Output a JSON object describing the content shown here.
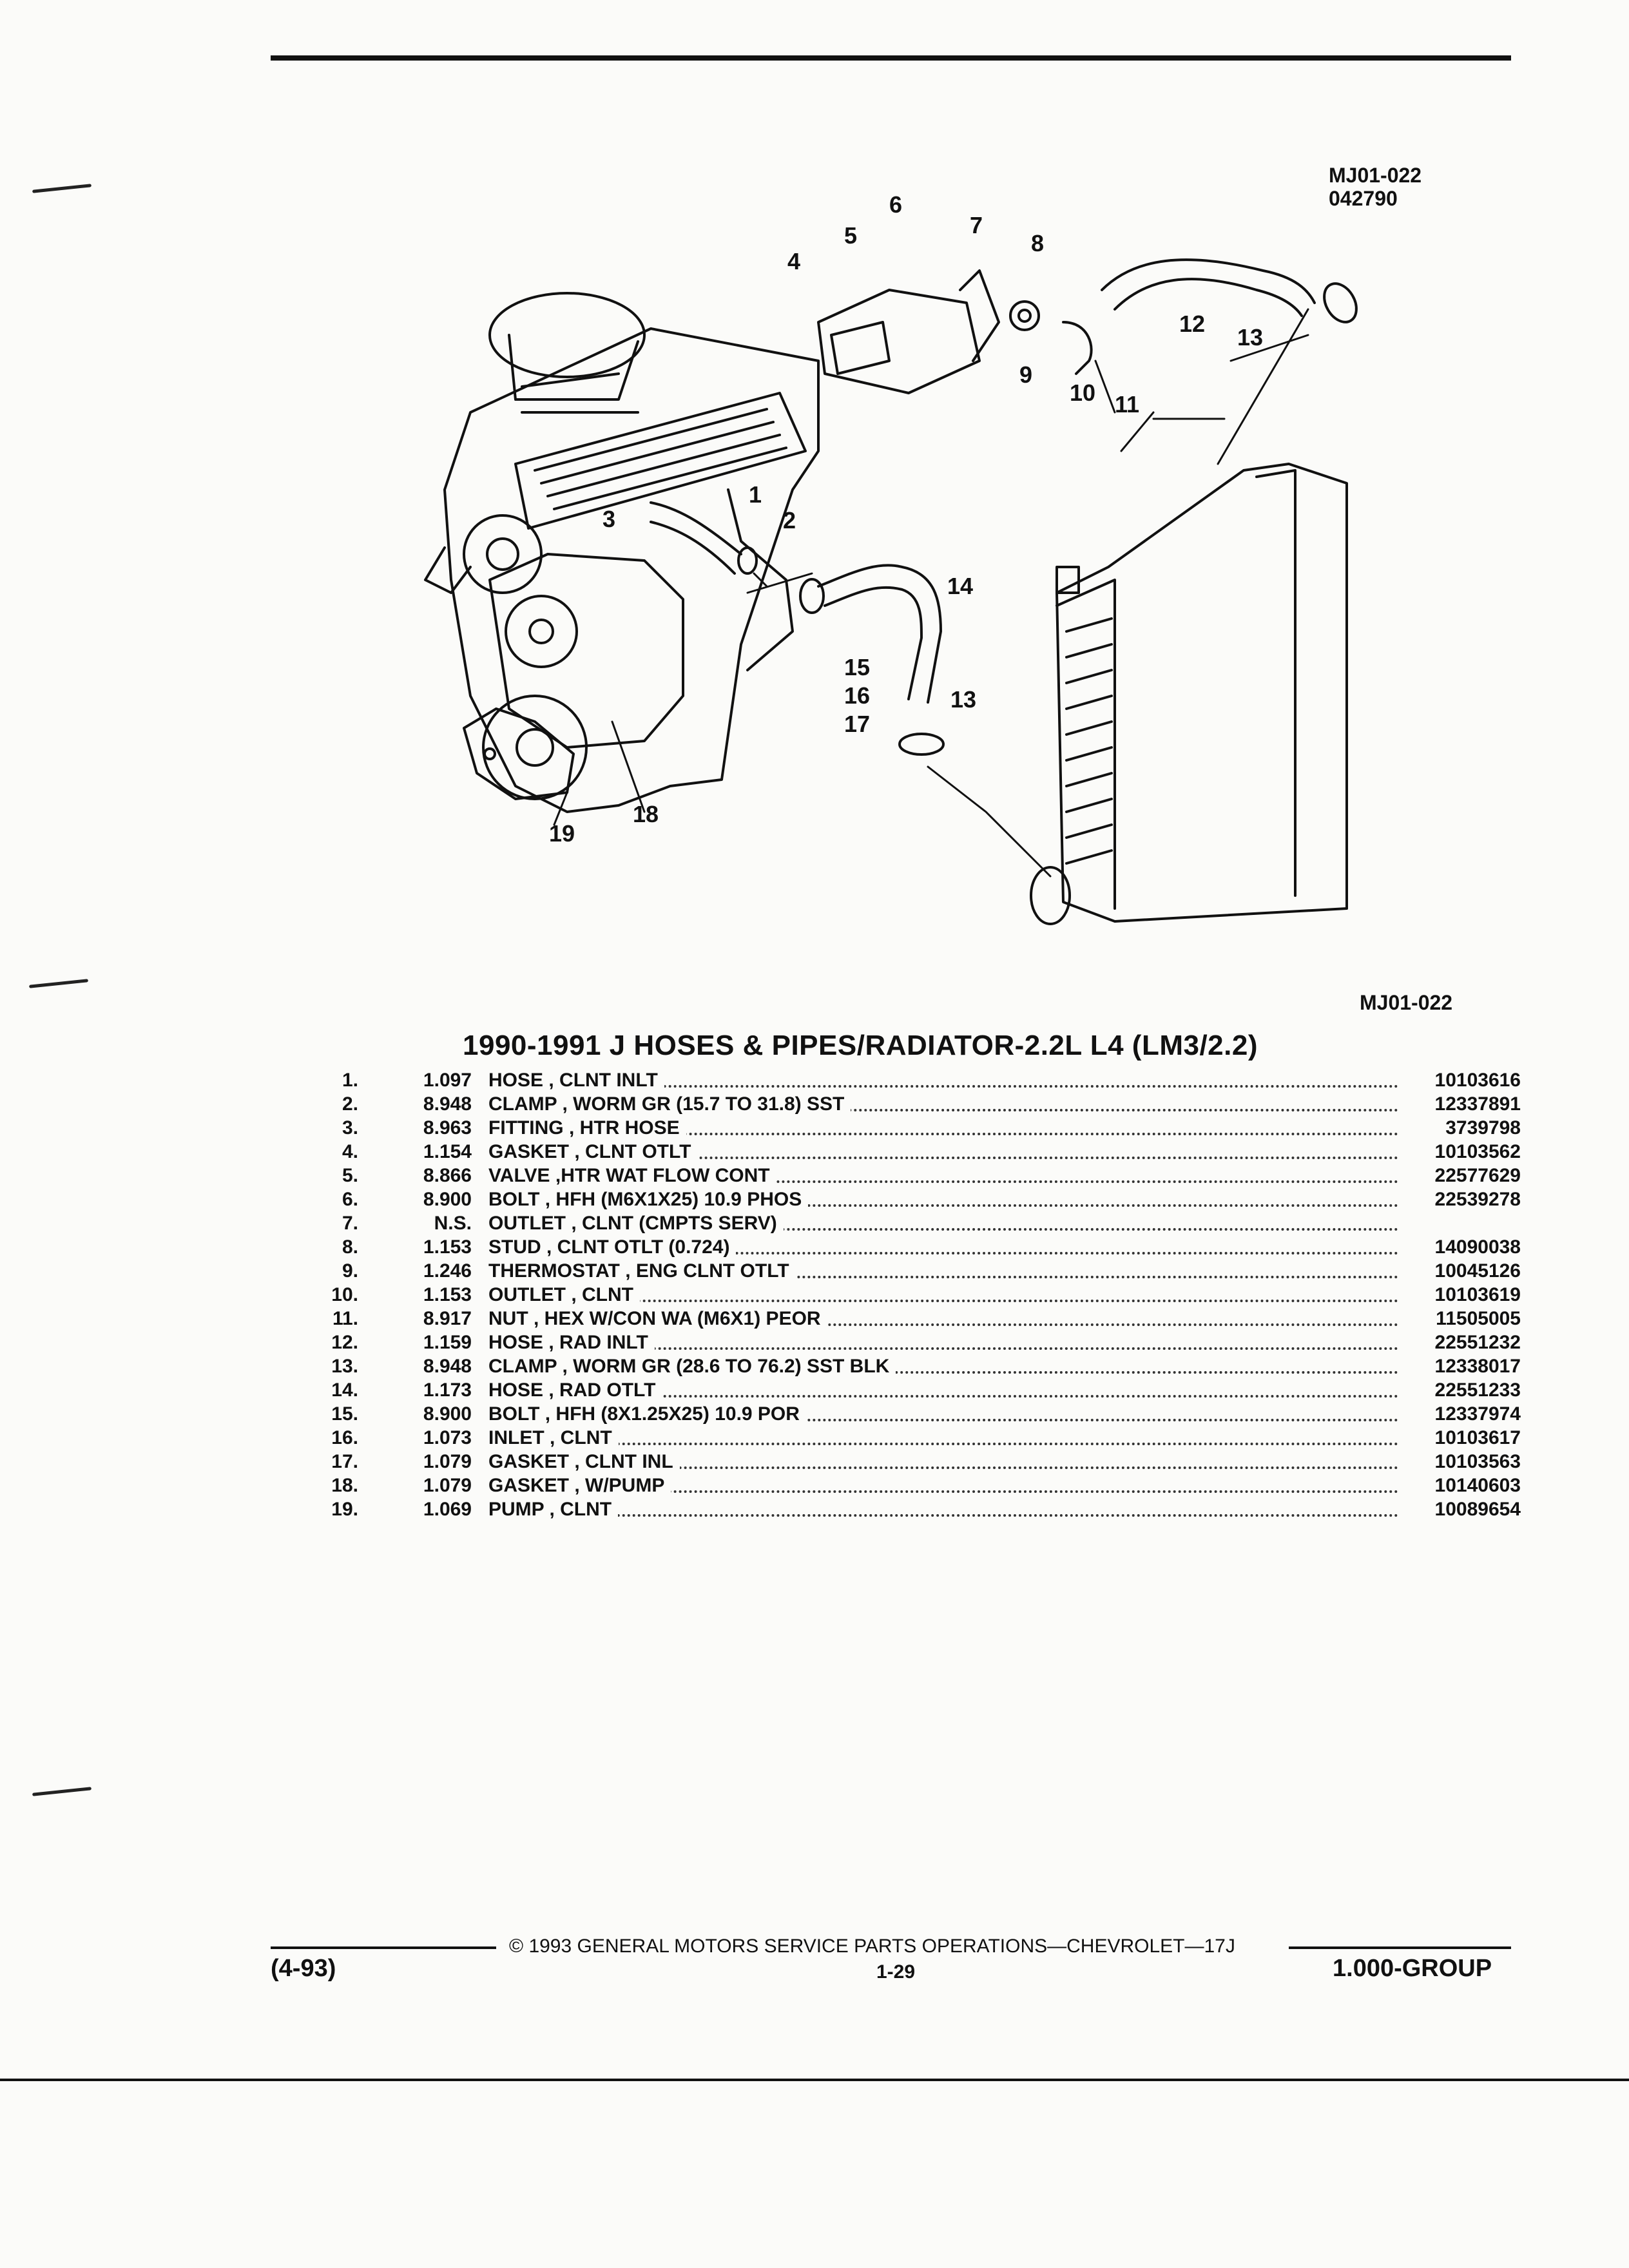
{
  "figure": {
    "id_top": "MJ01-022",
    "date_code": "042790",
    "id_bottom": "MJ01-022",
    "callouts": [
      {
        "label": "1"
      },
      {
        "label": "2"
      },
      {
        "label": "3"
      },
      {
        "label": "4"
      },
      {
        "label": "5"
      },
      {
        "label": "6"
      },
      {
        "label": "7"
      },
      {
        "label": "8"
      },
      {
        "label": "9"
      },
      {
        "label": "10"
      },
      {
        "label": "11"
      },
      {
        "label": "12"
      },
      {
        "label": "13"
      },
      {
        "label": "13"
      },
      {
        "label": "14"
      },
      {
        "label": "15"
      },
      {
        "label": "16"
      },
      {
        "label": "17"
      },
      {
        "label": "18"
      },
      {
        "label": "19"
      }
    ]
  },
  "title": "1990-1991 J HOSES & PIPES/RADIATOR-2.2L L4 (LM3/2.2)",
  "parts": [
    {
      "ref": "1.",
      "group": "1.097",
      "desc": "HOSE , CLNT INLT",
      "part_no": "10103616"
    },
    {
      "ref": "2.",
      "group": "8.948",
      "desc": "CLAMP , WORM GR (15.7 TO 31.8) SST",
      "part_no": "12337891"
    },
    {
      "ref": "3.",
      "group": "8.963",
      "desc": "FITTING , HTR HOSE",
      "part_no": "3739798"
    },
    {
      "ref": "4.",
      "group": "1.154",
      "desc": "GASKET , CLNT OTLT",
      "part_no": "10103562"
    },
    {
      "ref": "5.",
      "group": "8.866",
      "desc": "VALVE ,HTR WAT FLOW CONT",
      "part_no": "22577629"
    },
    {
      "ref": "6.",
      "group": "8.900",
      "desc": "BOLT , HFH (M6X1X25) 10.9 PHOS",
      "part_no": "22539278"
    },
    {
      "ref": "7.",
      "group": "N.S.",
      "desc": "OUTLET , CLNT (CMPTS SERV)",
      "part_no": ""
    },
    {
      "ref": "8.",
      "group": "1.153",
      "desc": "STUD , CLNT OTLT (0.724)",
      "part_no": "14090038"
    },
    {
      "ref": "9.",
      "group": "1.246",
      "desc": "THERMOSTAT , ENG CLNT OTLT",
      "part_no": "10045126"
    },
    {
      "ref": "10.",
      "group": "1.153",
      "desc": "OUTLET , CLNT",
      "part_no": "10103619"
    },
    {
      "ref": "11.",
      "group": "8.917",
      "desc": "NUT , HEX W/CON WA (M6X1) PEOR",
      "part_no": "11505005"
    },
    {
      "ref": "12.",
      "group": "1.159",
      "desc": "HOSE , RAD INLT",
      "part_no": "22551232"
    },
    {
      "ref": "13.",
      "group": "8.948",
      "desc": "CLAMP , WORM GR (28.6 TO 76.2) SST BLK",
      "part_no": "12338017"
    },
    {
      "ref": "14.",
      "group": "1.173",
      "desc": "HOSE , RAD OTLT",
      "part_no": "22551233"
    },
    {
      "ref": "15.",
      "group": "8.900",
      "desc": "BOLT , HFH (8X1.25X25) 10.9 POR",
      "part_no": "12337974"
    },
    {
      "ref": "16.",
      "group": "1.073",
      "desc": "INLET , CLNT",
      "part_no": "10103617"
    },
    {
      "ref": "17.",
      "group": "1.079",
      "desc": "GASKET , CLNT INL",
      "part_no": "10103563"
    },
    {
      "ref": "18.",
      "group": "1.079",
      "desc": "GASKET , W/PUMP",
      "part_no": "10140603"
    },
    {
      "ref": "19.",
      "group": "1.069",
      "desc": "PUMP , CLNT",
      "part_no": "10089654"
    }
  ],
  "footer": {
    "copyright": "© 1993 GENERAL MOTORS SERVICE PARTS OPERATIONS—CHEVROLET—17J",
    "date": "(4-93)",
    "page": "1-29",
    "group": "1.000-GROUP"
  }
}
